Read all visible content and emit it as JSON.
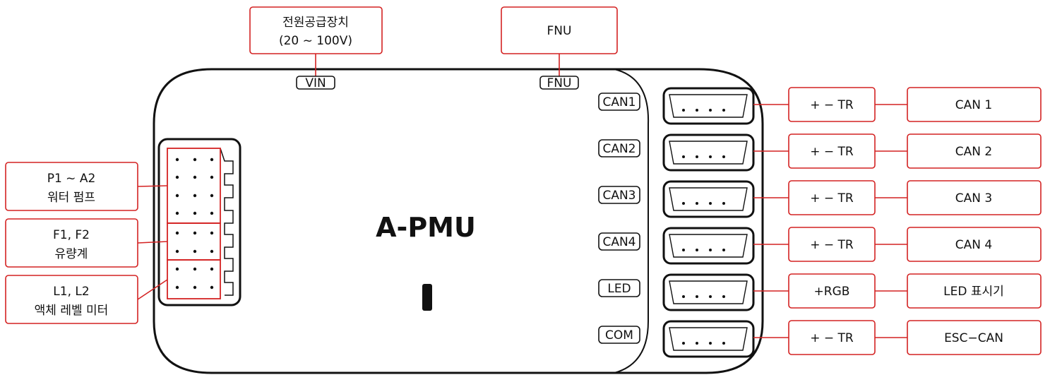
{
  "device_title": "A-PMU",
  "top_labels": {
    "vin_box": [
      "전원공급장치",
      "(20 ~ 100V)"
    ],
    "vin_port": "VIN",
    "fnu_box": "FNU",
    "fnu_port": "FNU"
  },
  "left_labels": [
    {
      "line1": "P1 ~ A2",
      "line2": "워터 펌프"
    },
    {
      "line1": "F1, F2",
      "line2": "유량계"
    },
    {
      "line1": "L1, L2",
      "line2": "액체 레벨 미터"
    }
  ],
  "right_ports": [
    {
      "port": "CAN1",
      "signal": "+ − TR",
      "target": "CAN 1"
    },
    {
      "port": "CAN2",
      "signal": "+ − TR",
      "target": "CAN 2"
    },
    {
      "port": "CAN3",
      "signal": "+ − TR",
      "target": "CAN 3"
    },
    {
      "port": "CAN4",
      "signal": "+ − TR",
      "target": "CAN 4"
    },
    {
      "port": "LED",
      "signal": "+RGB",
      "target": "LED 표시기"
    },
    {
      "port": "COM",
      "signal": "+ − TR",
      "target": "ESC−CAN"
    }
  ],
  "colors": {
    "outline": "#111111",
    "callout": "#d42222"
  }
}
